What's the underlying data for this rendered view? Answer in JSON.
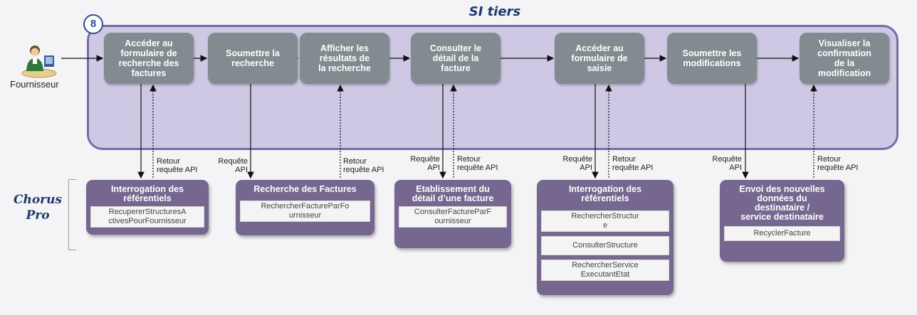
{
  "title": "SI tiers",
  "badge": "8",
  "actor": {
    "label": "Fournisseur",
    "icon": "person-at-desk-icon"
  },
  "platform": "Chorus\nPro",
  "steps": [
    "Accéder au\nformulaire de\nrecherche des\nfactures",
    "Soumettre la\nrecherche",
    "Afficher les\nrésultats  de\nla recherche",
    "Consulter le\ndétail de la\nfacture",
    "Accéder au\nformulaire de\nsaisie",
    "Soumettre les\nmodifications",
    "Visualiser la\nconfirmation\nde la\nmodification"
  ],
  "apis": [
    {
      "title": "Interrogation des\nréférentiels",
      "services": [
        "RecupererStructuresA\nctivesPourFournisseur"
      ]
    },
    {
      "title": "Recherche des Factures",
      "services": [
        "RechercherFactureParFo\nurnisseur"
      ]
    },
    {
      "title": "Etablissement du\ndétail d’une facture",
      "services": [
        "ConsulterFactureParF\nournisseur"
      ]
    },
    {
      "title": "Interrogation des\nréférentiels",
      "services": [
        "RechercherStructur\ne",
        "ConsulterStructure",
        "RechercherService\nExecutantEtat"
      ]
    },
    {
      "title": "Envoi des nouvelles\ndonnées du\ndestinataire /\nservice destinataire",
      "services": [
        "RecyclerFacture"
      ]
    }
  ],
  "labels": {
    "request": "Requête\nAPI",
    "response": "Retour\nrequête API"
  },
  "colors": {
    "si_fill": "#cfc8e4",
    "si_border": "#7b6aa6",
    "step_fill": "#818b90",
    "api_fill": "#75678f",
    "title": "#1f3a6b"
  }
}
